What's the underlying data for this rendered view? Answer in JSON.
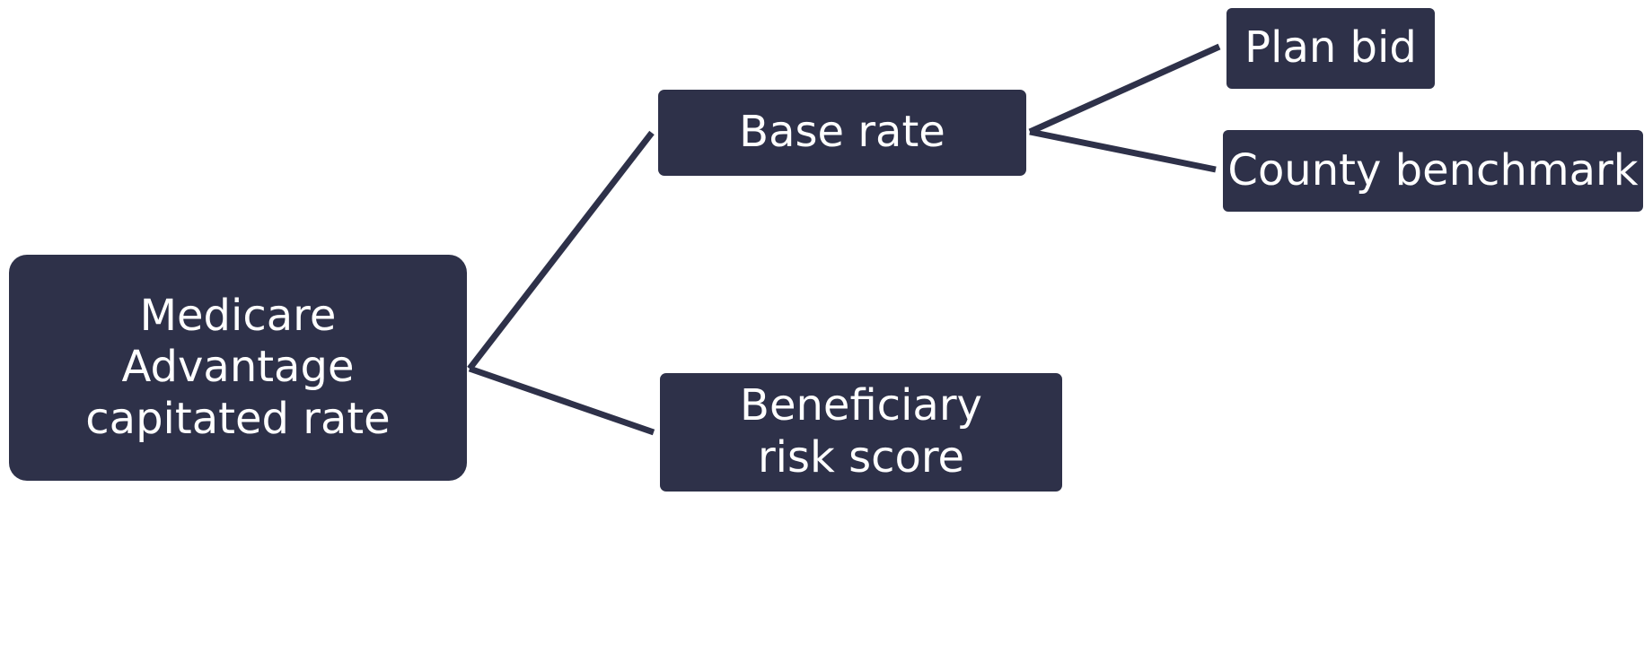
{
  "colors": {
    "node_fill": "#2e3149",
    "node_text": "#ffffff",
    "connector": "#2e3149",
    "background": "#ffffff"
  },
  "nodes": {
    "root": {
      "label": "Medicare Advantage capitated rate"
    },
    "base_rate": {
      "label": "Base rate"
    },
    "risk_score": {
      "label": "Beneficiary risk score"
    },
    "plan_bid": {
      "label": "Plan bid"
    },
    "county_benchmark": {
      "label": "County benchmark"
    }
  },
  "edges": [
    {
      "from": "root",
      "to": "base_rate"
    },
    {
      "from": "root",
      "to": "risk_score"
    },
    {
      "from": "base_rate",
      "to": "plan_bid"
    },
    {
      "from": "base_rate",
      "to": "county_benchmark"
    }
  ]
}
